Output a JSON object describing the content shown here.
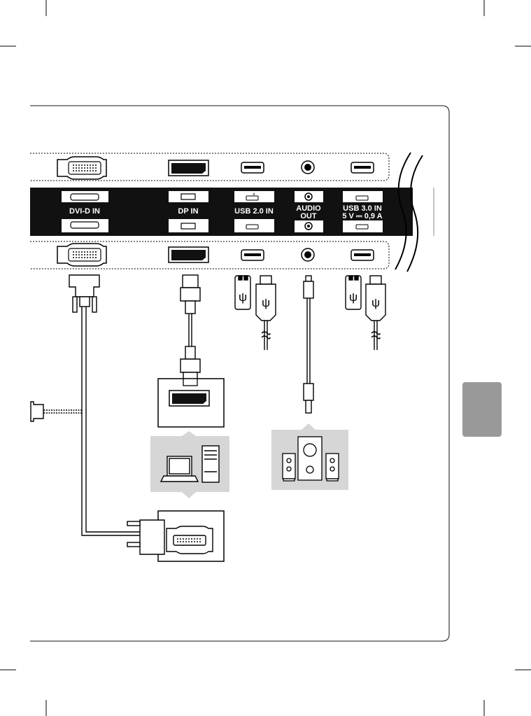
{
  "ports": {
    "dvi": "DVI-D IN",
    "dp": "DP IN",
    "usb2": "USB 2.0 IN",
    "audio_line1": "AUDIO",
    "audio_line2": "OUT",
    "usb3_line1": "USB 3.0 IN",
    "usb3_line2": "5 V ⎓ 0,9 A"
  },
  "colors": {
    "panel": "#111111",
    "frame": "#444444",
    "gray_box": "#d6d6d6",
    "side_tab": "#999999"
  },
  "icons": [
    "usb-trident-icon",
    "laptop-icon",
    "desktop-tower-icon",
    "speaker-icon",
    "subwoofer-icon"
  ]
}
